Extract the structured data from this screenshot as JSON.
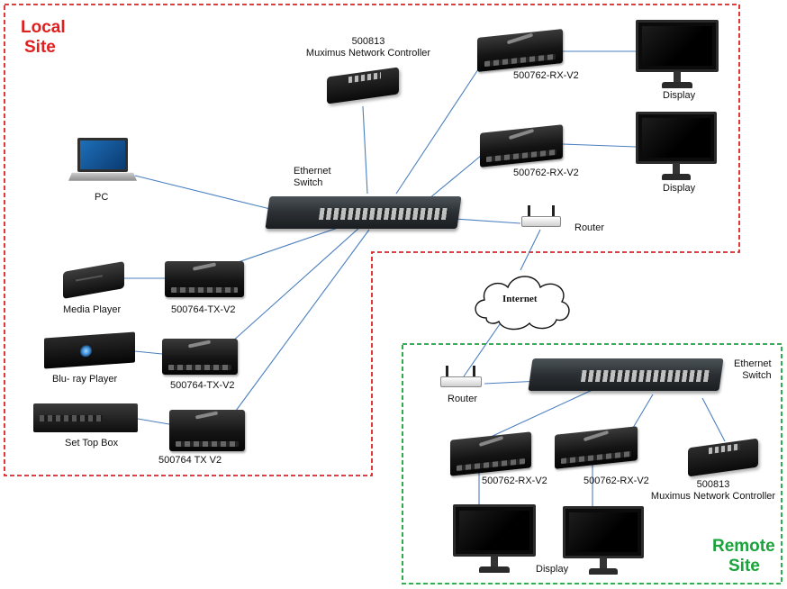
{
  "local_site": {
    "title_line1": "Local",
    "title_line2": "Site",
    "title_color": "#e02020"
  },
  "remote_site": {
    "title_line1": "Remote",
    "title_line2": "Site",
    "title_color": "#1aa33a"
  },
  "labels": {
    "controller_local_line1": "500813",
    "controller_local_line2": "Muximus Network Controller",
    "rx_local_1": "500762-RX-V2",
    "rx_local_2": "500762-RX-V2",
    "display_local_1": "Display",
    "display_local_2": "Display",
    "pc": "PC",
    "switch_local_line1": "Ethernet",
    "switch_local_line2": "Switch",
    "router_local": "Router",
    "media_player": "Media Player",
    "tx_1": "500764-TX-V2",
    "bluray_player": "Blu- ray Player",
    "tx_2": "500764-TX-V2",
    "set_top_box": "Set Top Box",
    "tx_3": "500764 TX V2",
    "internet": "Internet",
    "router_remote": "Router",
    "switch_remote_line1": "Ethernet",
    "switch_remote_line2": "Switch",
    "rx_remote_1": "500762-RX-V2",
    "rx_remote_2": "500762-RX-V2",
    "controller_remote_line1": "500813",
    "controller_remote_line2": "Muximus Network Controller",
    "display_remote": "Display"
  },
  "icons": [
    "laptop-icon",
    "media-player-icon",
    "bluray-player-icon",
    "set-top-box-icon",
    "transmitter-icon",
    "receiver-icon",
    "network-switch-icon",
    "router-icon",
    "network-controller-icon",
    "monitor-icon",
    "cloud-icon"
  ],
  "colors": {
    "wire": "#4a7fbf",
    "local_border": "#e02020",
    "remote_border": "#1aa33a"
  }
}
